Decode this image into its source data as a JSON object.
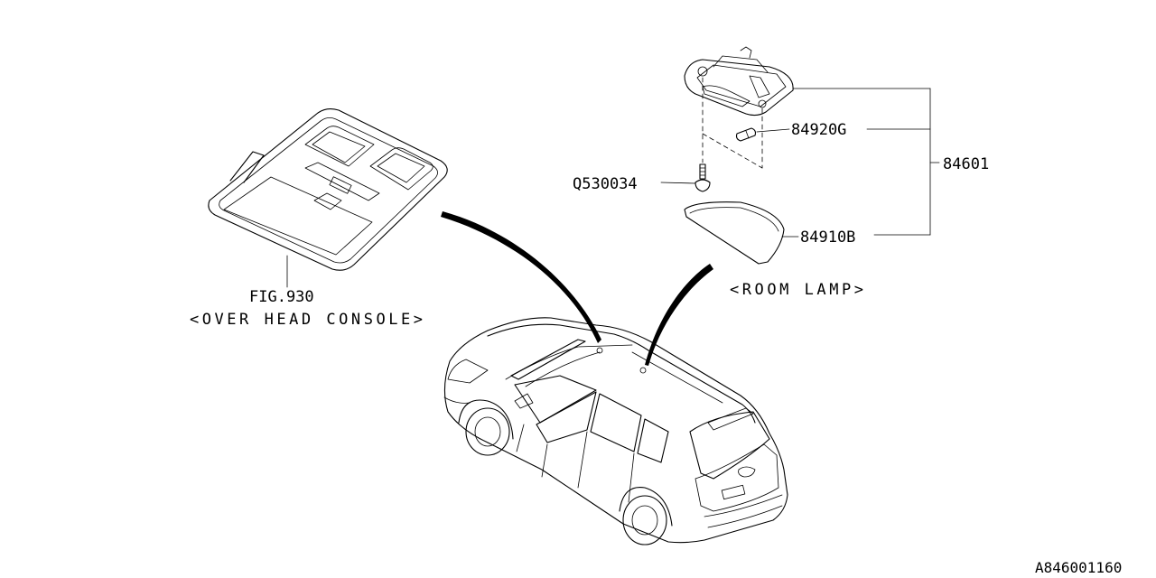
{
  "labels": {
    "fig_ref": "FIG.930",
    "overhead_console": "<OVER HEAD CONSOLE>",
    "room_lamp": "<ROOM LAMP>",
    "part_84920G": "84920G",
    "part_84601": "84601",
    "part_Q530034": "Q530034",
    "part_84910B": "84910B",
    "diagram_id": "A846001160"
  },
  "colors": {
    "line": "#000000",
    "background": "#ffffff"
  }
}
